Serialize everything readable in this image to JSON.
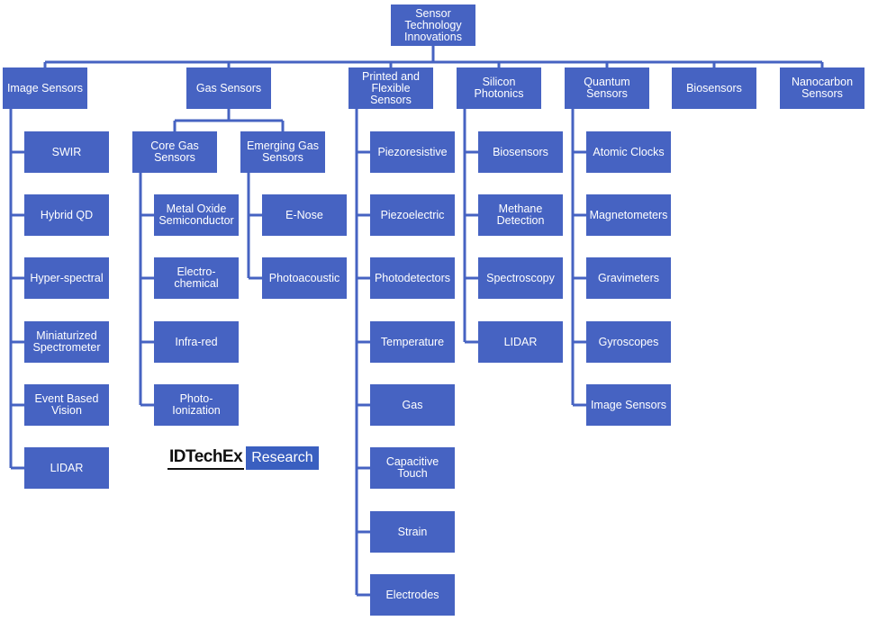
{
  "root": "Sensor\nTechnology\nInnovations",
  "categories": [
    {
      "label": "Image Sensors",
      "children": [
        "SWIR",
        "Hybrid QD",
        "Hyper-spectral",
        "Miniaturized\nSpectrometer",
        "Event Based\nVision",
        "LIDAR"
      ]
    },
    {
      "label": "Gas Sensors",
      "groups": [
        {
          "label": "Core Gas\nSensors",
          "children": [
            "Metal Oxide\nSemiconductor",
            "Electro-chemical",
            "Infra-red",
            "Photo-Ionization"
          ]
        },
        {
          "label": "Emerging Gas\nSensors",
          "children": [
            "E-Nose",
            "Photoacoustic"
          ]
        }
      ]
    },
    {
      "label": "Printed and\nFlexible Sensors",
      "children": [
        "Piezoresistive",
        "Piezoelectric",
        "Photodetectors",
        "Temperature",
        "Gas",
        "Capacitive\nTouch",
        "Strain",
        "Electrodes"
      ]
    },
    {
      "label": "Silicon\nPhotonics",
      "children": [
        "Biosensors",
        "Methane\nDetection",
        "Spectroscopy",
        "LIDAR"
      ]
    },
    {
      "label": "Quantum\nSensors",
      "children": [
        "Atomic Clocks",
        "Magnetometers",
        "Gravimeters",
        "Gyroscopes",
        "Image Sensors"
      ]
    },
    {
      "label": "Biosensors",
      "children": []
    },
    {
      "label": "Nanocarbon\nSensors",
      "children": []
    }
  ],
  "logo": {
    "brand": "IDTechEx",
    "tag": "Research"
  },
  "colors": {
    "box": "#4663c2",
    "line": "#4663c2"
  }
}
